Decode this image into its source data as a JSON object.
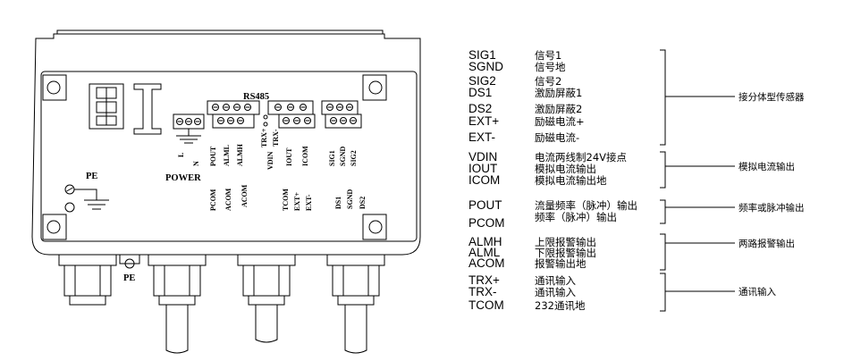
{
  "board": {
    "rs485": "RS485",
    "power": "POWER",
    "pe_left": "PE",
    "pe_bottom": "PE",
    "power_terminals": [
      "L",
      "N",
      "POUT",
      "ALML",
      "ALMH"
    ],
    "terminals": {
      "vdin": "VDIN",
      "trx_plus": "TRX+",
      "trx_minus": "TRX-",
      "iout": "IOUT",
      "icom": "ICOM",
      "sig1": "SIG1",
      "sgnd": "SGND",
      "sig2": "SIG2",
      "pcom": "PCOM",
      "acom": "ACOM",
      "tcom": "TCOM",
      "ext_plus": "EXT+",
      "ext_minus": "EXT-",
      "ds1": "DS1",
      "sgnd2": "SGND",
      "ds2": "DS2"
    }
  },
  "legend": {
    "rows": [
      {
        "code": "SIG1",
        "desc": "信号1"
      },
      {
        "code": "SGND",
        "desc": "信号地"
      },
      {
        "code": "SIG2",
        "desc": "信号2"
      },
      {
        "code": "DS1",
        "desc": "激励屏蔽1"
      },
      {
        "code": "DS2",
        "desc": "激励屏蔽2"
      },
      {
        "code": "EXT+",
        "desc": "励磁电流+"
      },
      {
        "code": "EXT-",
        "desc": "励磁电流-"
      },
      {
        "code": "VDIN",
        "desc": "电流两线制24V接点"
      },
      {
        "code": "IOUT",
        "desc": "模拟电流输出"
      },
      {
        "code": "ICOM",
        "desc": "模拟电流输出地"
      },
      {
        "code": "POUT",
        "desc": "流量频率（脉冲）输出"
      },
      {
        "code": "PCOM",
        "desc": "频率（脉冲）输出"
      },
      {
        "code": "ALMH",
        "desc": "上限报警输出"
      },
      {
        "code": "ALML",
        "desc": "下限报警输出"
      },
      {
        "code": "ACOM",
        "desc": "报警输出地"
      },
      {
        "code": "TRX+",
        "desc": "通讯输入"
      },
      {
        "code": "TRX-",
        "desc": "通讯输入"
      },
      {
        "code": "TCOM",
        "desc": "232通讯地"
      }
    ],
    "groups": [
      {
        "label": "接分体型传感器"
      },
      {
        "label": "模拟电流输出"
      },
      {
        "label": "频率或脉冲输出"
      },
      {
        "label": "两路报警输出"
      },
      {
        "label": "通讯输入"
      }
    ]
  }
}
